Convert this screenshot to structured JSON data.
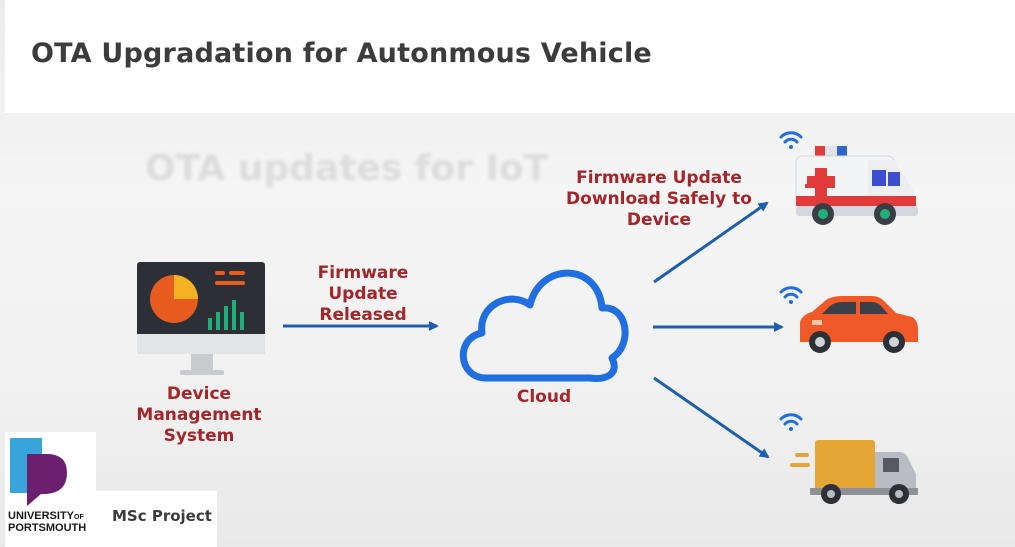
{
  "slide": {
    "title": "OTA Upgradation for Autonmous Vehicle",
    "background_text": "OTA updates for IoT"
  },
  "labels": {
    "device_management": "Device Management System",
    "firmware_released": "Firmware Update Released",
    "cloud": "Cloud",
    "firmware_download": "Firmware Update Download Safely to Device"
  },
  "footer": {
    "university_line1": "UNIVERSITY",
    "university_of": "OF",
    "university_line2": "PORTSMOUTH",
    "project_label": "MSc Project"
  },
  "colors": {
    "label": "#a3262a",
    "arrow": "#1d5fae",
    "cloud": "#1f6fe0",
    "wifi": "#1f6fe0",
    "logo_blue": "#39a3dc",
    "logo_purple": "#6a1f6f"
  },
  "icons": [
    "monitor-icon",
    "cloud-icon",
    "ambulance-icon",
    "car-icon",
    "truck-icon",
    "wifi-icon"
  ]
}
